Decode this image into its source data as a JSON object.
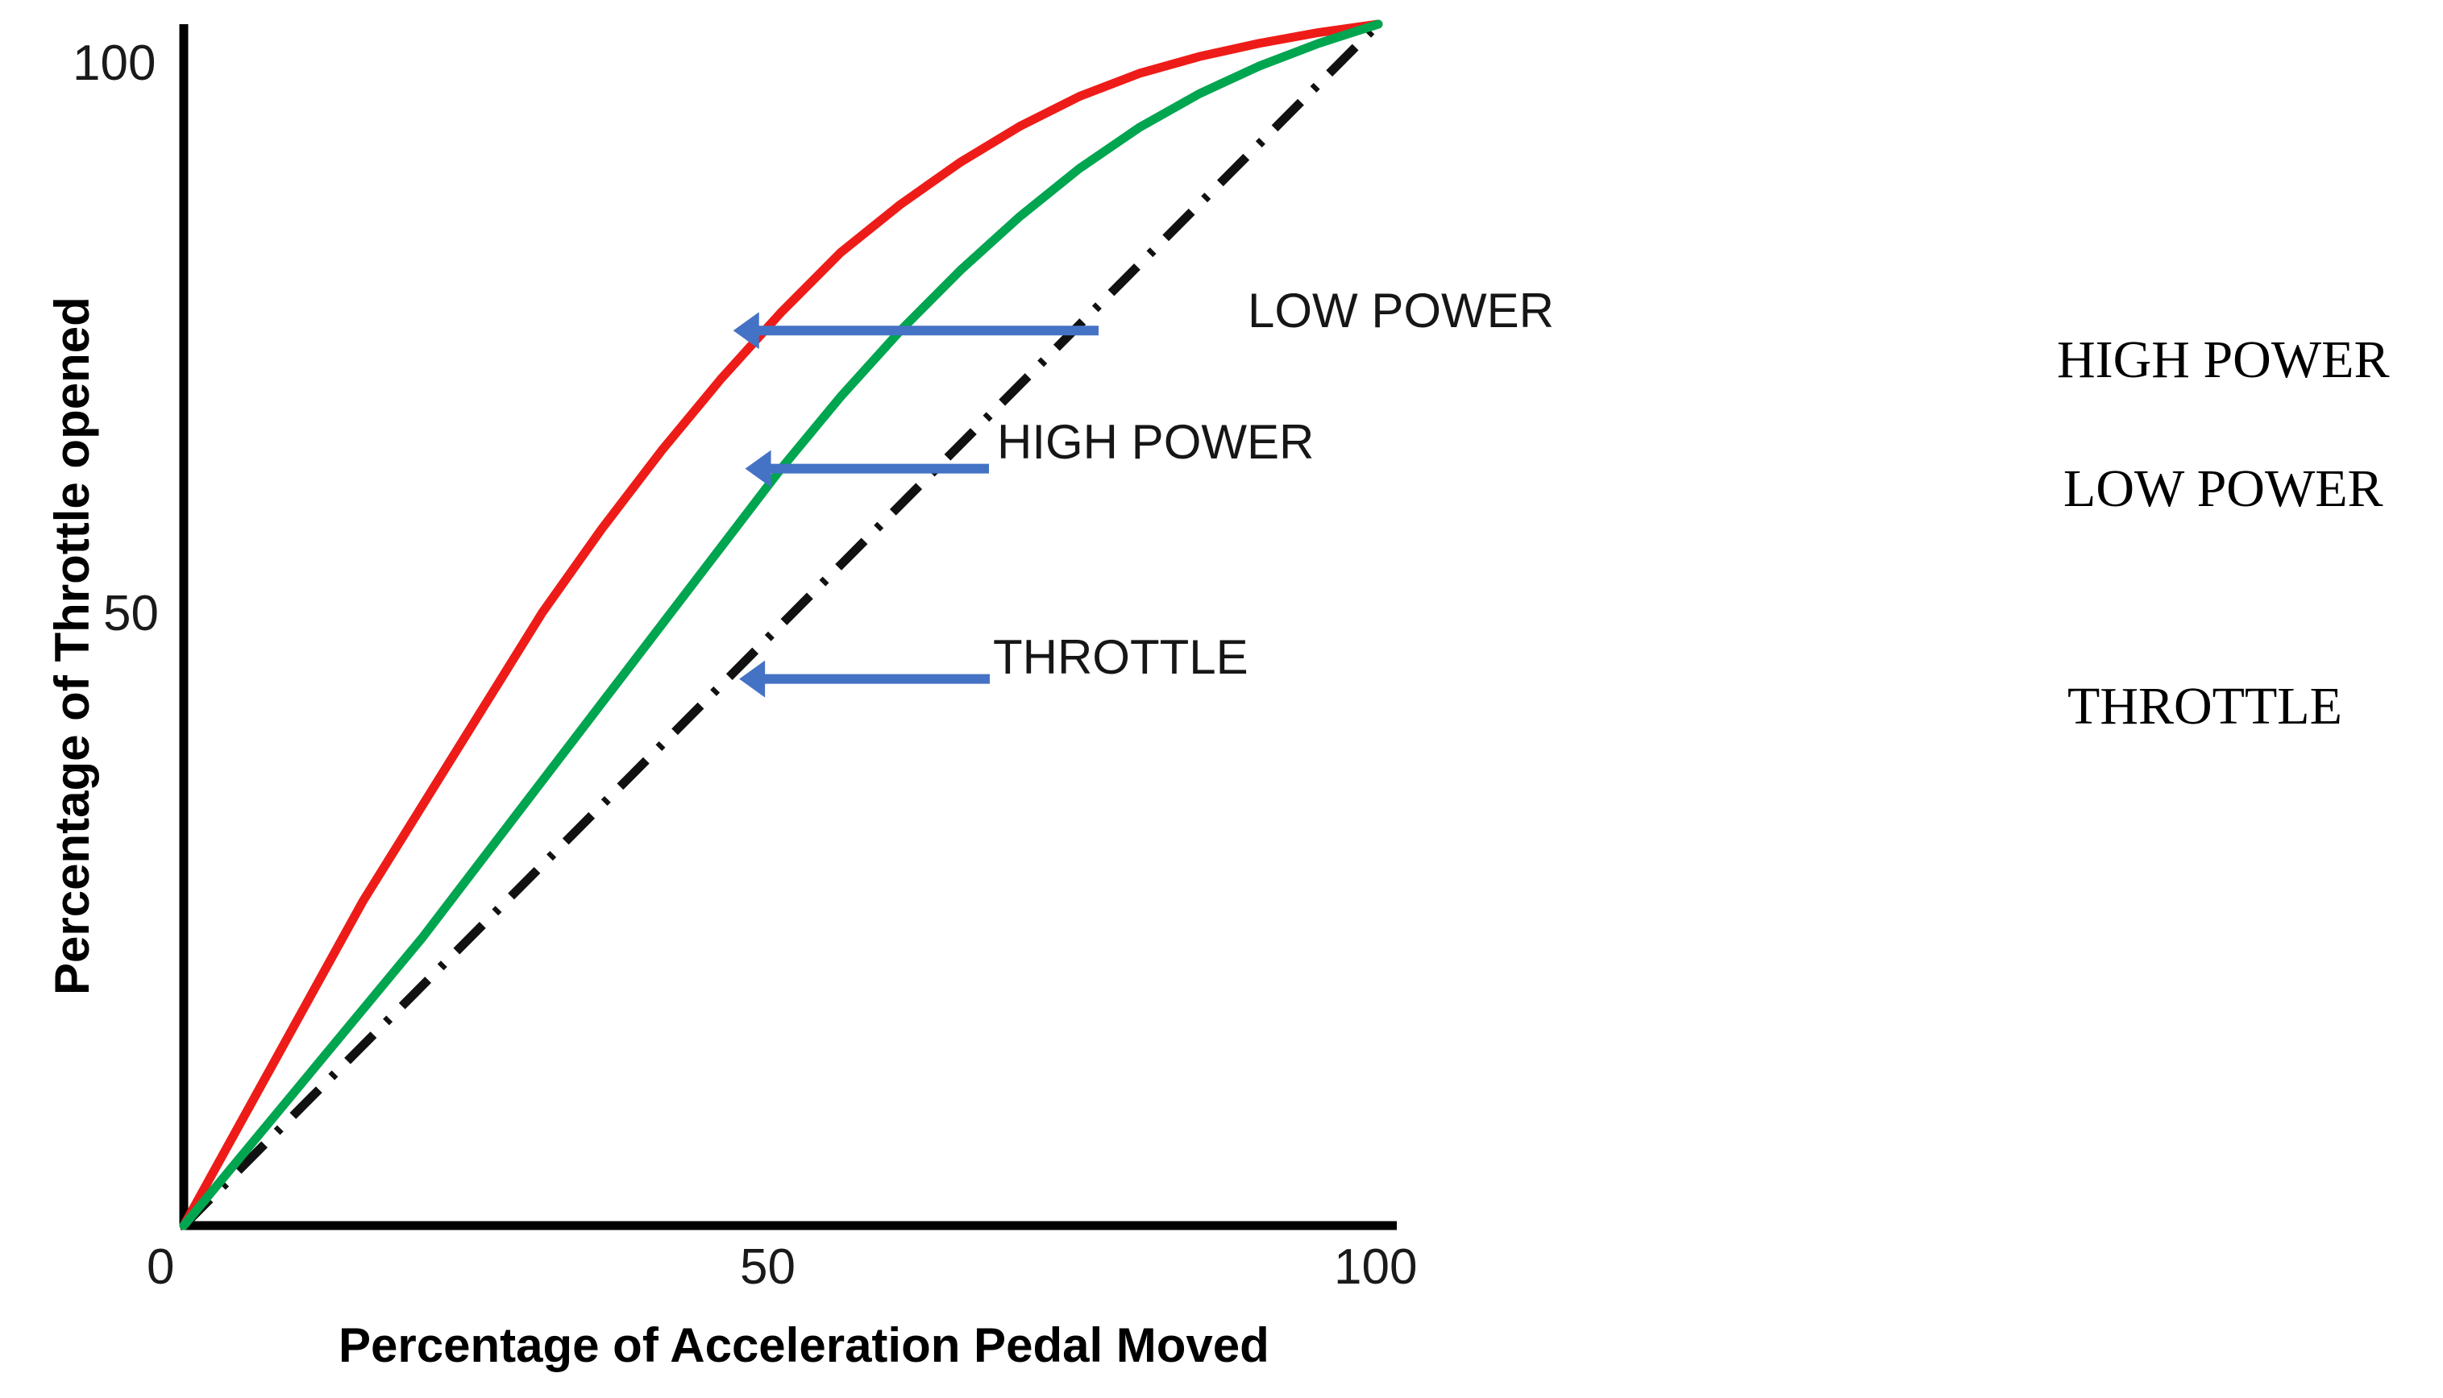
{
  "chart_data": {
    "type": "line",
    "title": "",
    "xlabel": "Percentage of Acceleration Pedal Moved",
    "ylabel": "Percentage of Throttle opened",
    "xlim": [
      0,
      105
    ],
    "ylim": [
      0,
      105
    ],
    "grid": false,
    "x_ticks": [
      "0",
      "50",
      "100"
    ],
    "x_tick_values": [
      0,
      50,
      100
    ],
    "y_ticks": [
      "50",
      "100"
    ],
    "y_tick_values": [
      50,
      100
    ],
    "legend_position": "callout-arrows",
    "series": [
      {
        "name": "LOW POWER",
        "color": "#ee1c18",
        "style": "solid",
        "x": [
          0,
          5,
          10,
          15,
          20,
          25,
          30,
          35,
          40,
          45,
          50,
          55,
          60,
          65,
          70,
          75,
          80,
          85,
          90,
          95,
          100
        ],
        "y": [
          0,
          9,
          18,
          27,
          35,
          43,
          51,
          58,
          64.5,
          70.5,
          76,
          81,
          85,
          88.5,
          91.5,
          94,
          95.9,
          97.3,
          98.4,
          99.3,
          100
        ]
      },
      {
        "name": "HIGH POWER",
        "color": "#00a550",
        "style": "solid",
        "x": [
          0,
          5,
          10,
          15,
          20,
          25,
          30,
          35,
          40,
          45,
          50,
          55,
          60,
          65,
          70,
          75,
          80,
          85,
          90,
          95,
          100
        ],
        "y": [
          0,
          6,
          12,
          18,
          24,
          30.5,
          37,
          43.5,
          50,
          56.5,
          63,
          69,
          74.5,
          79.5,
          84,
          88,
          91.4,
          94.2,
          96.5,
          98.4,
          100
        ]
      },
      {
        "name": "THROTTLE",
        "color": "#111111",
        "style": "dash-dot",
        "x": [
          0,
          100
        ],
        "y": [
          0,
          100
        ]
      }
    ],
    "annotations": [
      {
        "text": "LOW POWER",
        "target_x": 46,
        "target_y": 74.5,
        "arrow_color": "#4472c4"
      },
      {
        "text": "HIGH POWER",
        "target_x": 47,
        "target_y": 63,
        "arrow_color": "#4472c4"
      },
      {
        "text": "THROTTLE",
        "target_x": 46.5,
        "target_y": 45.5,
        "arrow_color": "#4472c4"
      }
    ],
    "side_labels": [
      "HIGH POWER",
      "LOW POWER",
      "THROTTLE"
    ]
  },
  "axis": {
    "x_tick_0": "0",
    "x_tick_50": "50",
    "x_tick_100": "100",
    "y_tick_50": "50",
    "y_tick_100": "100",
    "x_title": "Percentage of Acceleration Pedal Moved",
    "y_title": "Percentage of Throttle opened"
  },
  "callouts": {
    "low_power": "LOW POWER",
    "high_power": "HIGH POWER",
    "throttle": "THROTTLE"
  },
  "side_panel": {
    "high_power": "HIGH POWER",
    "low_power": "LOW POWER",
    "throttle": "THROTTLE"
  },
  "colors": {
    "low_power_curve": "#ee1c18",
    "high_power_curve": "#00a550",
    "throttle_line": "#111111",
    "arrow": "#4472c4",
    "axis": "#000000"
  }
}
